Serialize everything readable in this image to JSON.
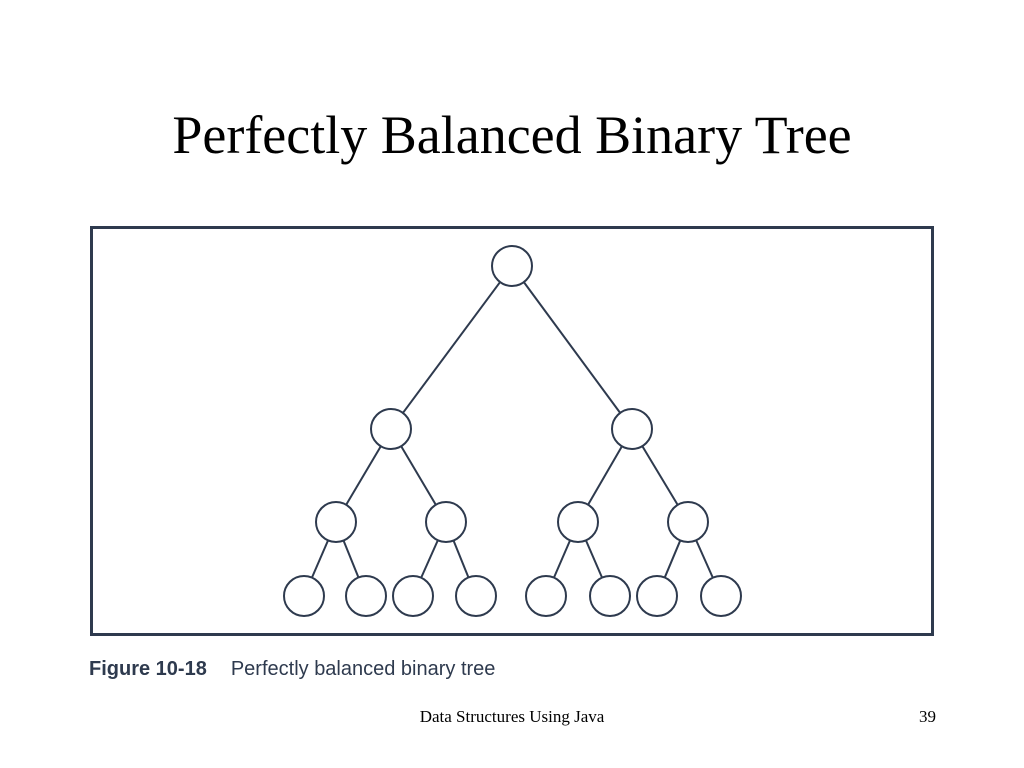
{
  "slide": {
    "title": "Perfectly Balanced Binary Tree"
  },
  "figure": {
    "label": "Figure 10-18",
    "caption": "Perfectly balanced binary tree",
    "tree": {
      "levels": 4,
      "node_count": 15,
      "edge_color": "#2e3a4e",
      "node_stroke": "#2e3a4e"
    }
  },
  "footer": {
    "text": "Data Structures Using Java",
    "page_number": "39"
  }
}
